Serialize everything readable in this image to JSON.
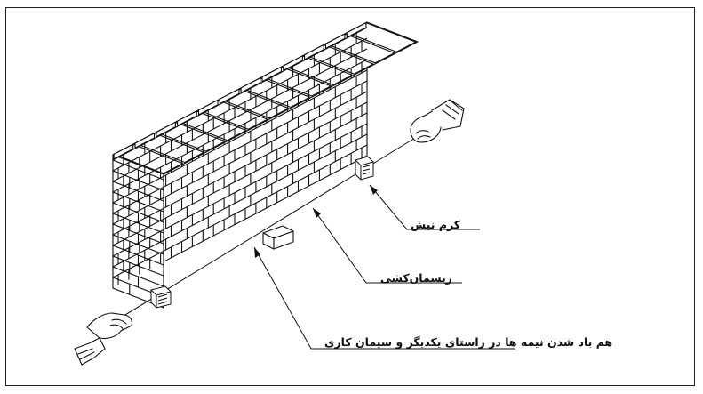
{
  "labels": {
    "karam_nish": "کرم نیش",
    "rismankeshi": "ریسمان‌کشی",
    "ham_bad": "هم باد شدن نیمه ها در راستای یکدیگر و سیمان کاری"
  },
  "colors": {
    "ink": "#111111",
    "background": "#ffffff"
  },
  "icons": [
    "brick-wall",
    "left-hand-icon",
    "right-hand-icon",
    "string-line",
    "brick-icon",
    "corner-block-icon"
  ]
}
